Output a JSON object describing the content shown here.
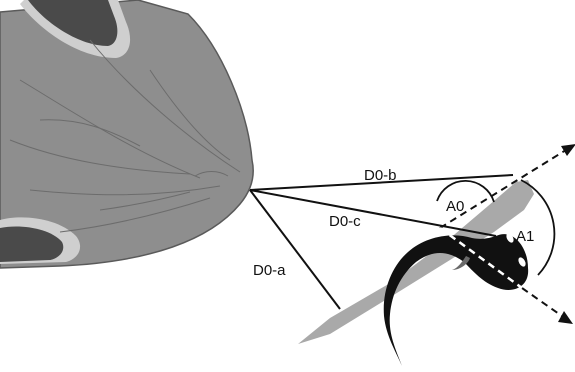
{
  "labels": {
    "d0_a": "D0-a",
    "d0_b": "D0-b",
    "d0_c": "D0-c",
    "a0": "A0",
    "a1": "A1"
  },
  "colors": {
    "predator_fill": "#8e8e8e",
    "predator_edge": "#5a5a5a",
    "eye_ring": "#cfcfcf",
    "eye": "#4a4a4a",
    "shadow": "#a9a9a9",
    "prey_body": "#111111",
    "lines": "#111111"
  }
}
